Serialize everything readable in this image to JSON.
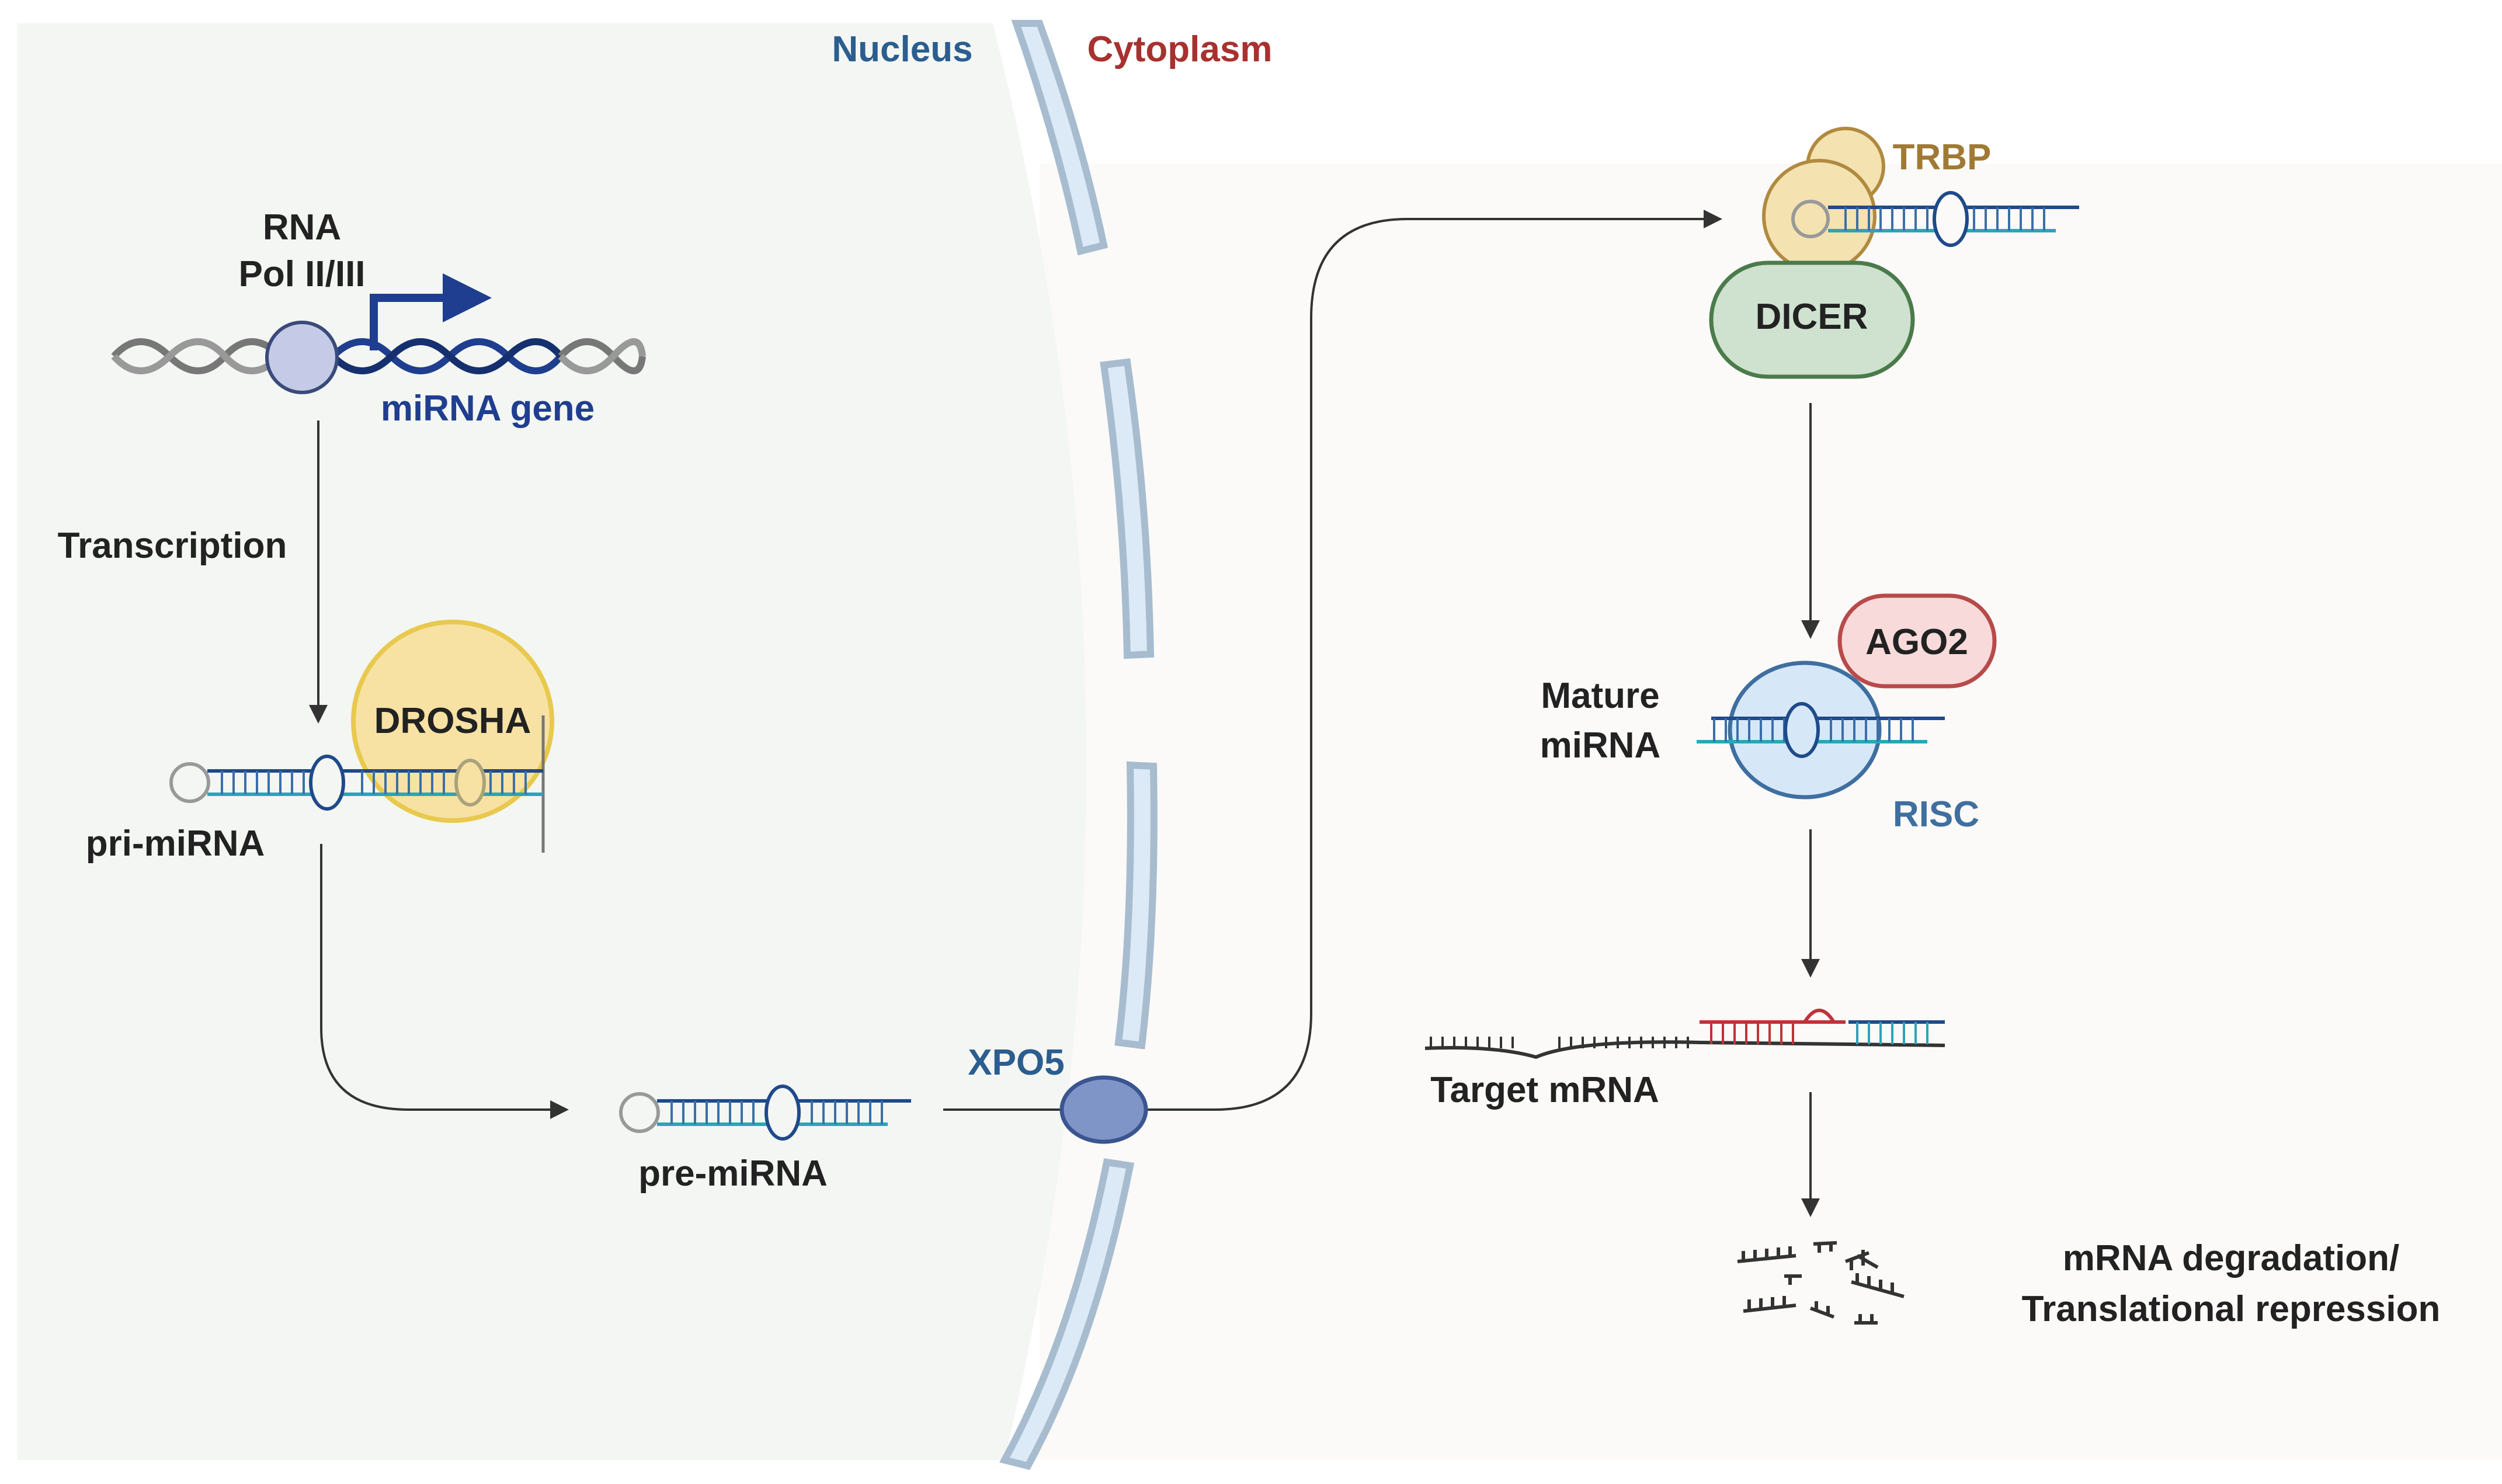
{
  "labels": {
    "nucleus": "Nucleus",
    "cytoplasm": "Cytoplasm",
    "rna_pol_line1": "RNA",
    "rna_pol_line2": "Pol II/III",
    "mirna_gene": "miRNA gene",
    "transcription": "Transcription",
    "drosha": "DROSHA",
    "pri_mirna": "pri-miRNA",
    "pre_mirna": "pre-miRNA",
    "xpo5": "XPO5",
    "trbp": "TRBP",
    "dicer": "DICER",
    "ago2": "AGO2",
    "mature_line1": "Mature",
    "mature_line2": "miRNA",
    "risc": "RISC",
    "target_mrna": "Target mRNA",
    "outcome_line1": "mRNA degradation/",
    "outcome_line2": "Translational repression"
  },
  "colors": {
    "nucleus_bg": "#f3f6f2",
    "cytoplasm_bg": "#fbfaf8",
    "membrane_fill": "#dbeaf6",
    "membrane_stroke": "#a7bccf",
    "nucleus_label": "#2b5d8f",
    "cytoplasm_label": "#a8312f",
    "mirna_gene": "#1f3e8f",
    "trbp_label": "#a07a35",
    "risc_label": "#3f6fa0",
    "xpo5_label": "#2b5d8f",
    "drosha_fill": "#f7e2a4",
    "drosha_stroke": "#e8c94d",
    "dicer_fill": "#cfe1cf",
    "dicer_stroke": "#4b7b4b",
    "ago2_fill": "#f8dada",
    "ago2_stroke": "#b84a4a",
    "risc_fill": "#d6e8f8",
    "risc_stroke": "#3f6fa0",
    "xpo5_fill": "#7f95c8",
    "xpo5_stroke": "#3a5590",
    "trbp_fill": "#f4e2b0",
    "trbp_stroke": "#b08a3f",
    "strand_blue": "#1f4a8a",
    "strand_teal": "#2aa5b8",
    "strand_red": "#c0323a",
    "arrow": "#333333"
  }
}
